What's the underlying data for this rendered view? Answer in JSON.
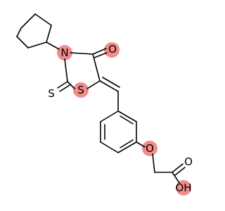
{
  "atoms": {
    "n1": {
      "label": "N",
      "color": "#000000",
      "highlight": "#f08080"
    },
    "o1": {
      "label": "O",
      "color": "#000000",
      "highlight": "#f08080"
    },
    "s1": {
      "label": "S",
      "color": "#000000",
      "highlight": "#f08080"
    },
    "s2": {
      "label": "S",
      "color": "#000000",
      "highlight": "#f08080"
    },
    "o2": {
      "label": "O",
      "color": "#000000",
      "highlight": "#f08080"
    },
    "o3": {
      "label": "O",
      "color": "#000000",
      "highlight": "#f08080"
    },
    "o4": {
      "label": "OH",
      "color": "#000000",
      "highlight": "#f08080"
    }
  },
  "colors": {
    "bond": "#000000",
    "background": "#ffffff",
    "highlight": "#f08080"
  }
}
